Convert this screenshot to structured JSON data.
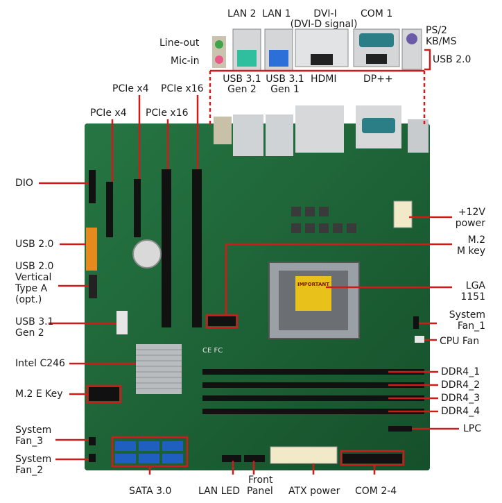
{
  "labels": {
    "lan2": "LAN 2",
    "lan1": "LAN 1",
    "dvi_i": "DVI-I",
    "dvi_d_signal": "(DVI-D signal)",
    "com1": "COM 1",
    "ps2": "PS/2",
    "kbms": "KB/MS",
    "usb20_top": "USB 2.0",
    "line_out": "Line-out",
    "mic_in": "Mic-in",
    "usb31_gen2_top_a": "USB 3.1",
    "usb31_gen2_top_b": "Gen 2",
    "usb31_gen1_top_a": "USB 3.1",
    "usb31_gen1_top_b": "Gen 1",
    "hdmi": "HDMI",
    "dppp": "DP++",
    "pcie_x4_top": "PCIe x4",
    "pcie_x16_top": "PCIe x16",
    "pcie_x4_low": "PCIe x4",
    "pcie_x16_low": "PCIe x16",
    "dio": "DIO",
    "usb20_left": "USB 2.0",
    "usb20_vert_1": "USB 2.0",
    "usb20_vert_2": "Vertical",
    "usb20_vert_3": "Type  A",
    "usb20_vert_4": "(opt.)",
    "usb31_gen2_left_a": "USB 3.1",
    "usb31_gen2_left_b": "Gen 2",
    "intel_c246": "Intel C246",
    "m2_ekey": "M.2 E Key",
    "sys_fan3_a": "System",
    "sys_fan3_b": "Fan_3",
    "sys_fan2_a": "System",
    "sys_fan2_b": "Fan_2",
    "p12v_a": "+12V",
    "p12v_b": "power",
    "m2_mkey_a": "M.2",
    "m2_mkey_b": "M key",
    "lga_a": "LGA",
    "lga_b": "1151",
    "sys_fan1_a": "System",
    "sys_fan1_b": "Fan_1",
    "cpu_fan": "CPU Fan",
    "ddr4_1": "DDR4_1",
    "ddr4_2": "DDR4_2",
    "ddr4_3": "DDR4_3",
    "ddr4_4": "DDR4_4",
    "lpc": "LPC",
    "sata30": "SATA 3.0",
    "lan_led": "LAN LED",
    "front_a": "Front",
    "front_b": "Panel",
    "atx_power": "ATX power",
    "com24": "COM 2-4",
    "important": "IMPORTANT",
    "ce_fcc": "CE FC"
  },
  "colors": {
    "pcb": "#1f6b3a",
    "pcb_dark": "#154d2a",
    "callout": "#d11a1a",
    "slot": "#111111",
    "metal": "#b9bcbf",
    "sata_blue": "#1e5fbf",
    "yellow": "#e8c21a",
    "orange": "#e58a1f"
  }
}
